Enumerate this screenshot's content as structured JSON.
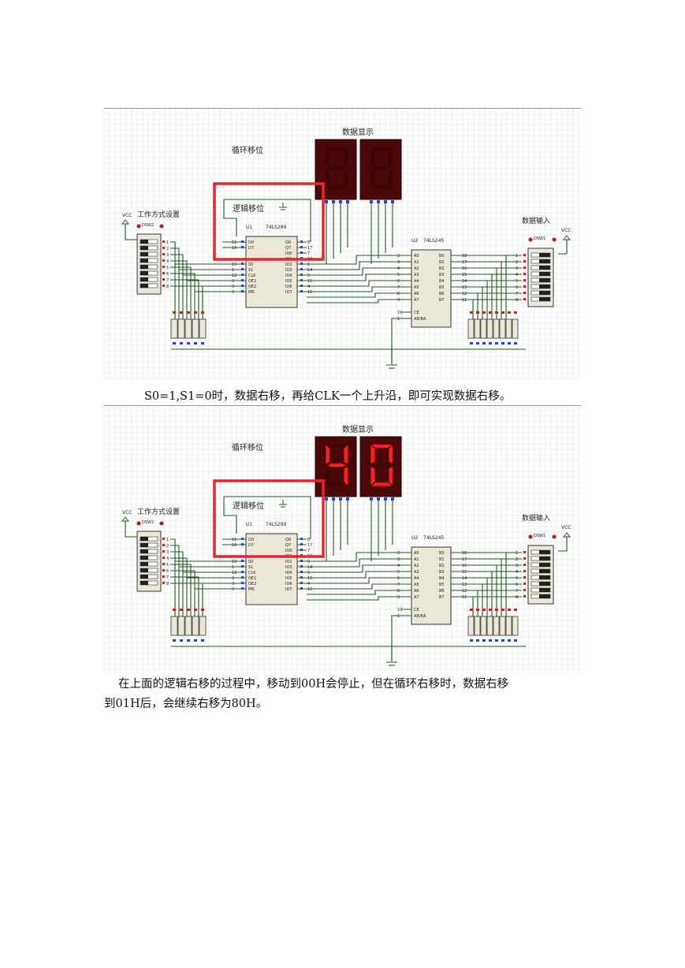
{
  "colors": {
    "grid": "#e3e3e3",
    "wire": "#1f5a1f",
    "chip": "#ece8d8",
    "digit_on": "#ff1f1f",
    "digit_off": "#3c0606",
    "digit_bg": "#4a0808",
    "highlight": "#e8242f",
    "pin_red": "#cc2222",
    "pin_blue": "#2244dd"
  },
  "figures": [
    {
      "title_display": "数据显示",
      "title_cyclic": "循环移位",
      "title_logic": "逻辑移位",
      "title_mode": "工作方式设置",
      "title_input": "数据输入",
      "vcc": "VCC",
      "u1_ref": "U1",
      "u1_part": "74LS299",
      "u2_ref": "U2",
      "u2_part": "74LS245",
      "dsw_left": "DSW2",
      "dsw_right": "DSW1",
      "digits": [
        "8",
        "8"
      ],
      "digit_state": "off"
    },
    {
      "title_display": "数据显示",
      "title_cyclic": "循环移位",
      "title_logic": "逻辑移位",
      "title_mode": "工作方式设置",
      "title_input": "数据输入",
      "vcc": "VCC",
      "u1_ref": "U1",
      "u1_part": "74LS299",
      "u2_ref": "U2",
      "u2_part": "74LS245",
      "dsw_left": "DSW2",
      "dsw_right": "DSW1",
      "digits": [
        "4",
        "0"
      ],
      "digit_state": "on"
    }
  ],
  "u1_left_pins": [
    {
      "num": "11",
      "name": "D0"
    },
    {
      "num": "18",
      "name": "D7"
    },
    {
      "num": "19",
      "name": "S0"
    },
    {
      "num": "1",
      "name": "S1"
    },
    {
      "num": "12",
      "name": "CLK"
    },
    {
      "num": "2",
      "name": "OE1"
    },
    {
      "num": "3",
      "name": "OE2"
    },
    {
      "num": "9",
      "name": "MR"
    }
  ],
  "u1_right_pins": [
    {
      "num": "8",
      "name": "Q0"
    },
    {
      "num": "17",
      "name": "Q7"
    },
    {
      "num": "7",
      "name": "IO0"
    },
    {
      "num": "13",
      "name": "IO1"
    },
    {
      "num": "6",
      "name": "IO2"
    },
    {
      "num": "14",
      "name": "IO3"
    },
    {
      "num": "5",
      "name": "IO4"
    },
    {
      "num": "15",
      "name": "IO5"
    },
    {
      "num": "4",
      "name": "IO6"
    },
    {
      "num": "16",
      "name": "IO7"
    }
  ],
  "u2_left_pins": [
    {
      "num": "2",
      "name": "A0"
    },
    {
      "num": "3",
      "name": "A1"
    },
    {
      "num": "4",
      "name": "A2"
    },
    {
      "num": "5",
      "name": "A3"
    },
    {
      "num": "6",
      "name": "A4"
    },
    {
      "num": "7",
      "name": "A5"
    },
    {
      "num": "8",
      "name": "A6"
    },
    {
      "num": "9",
      "name": "A7"
    }
  ],
  "u2_right_pins": [
    {
      "num": "18",
      "name": "B0"
    },
    {
      "num": "17",
      "name": "B1"
    },
    {
      "num": "16",
      "name": "B2"
    },
    {
      "num": "15",
      "name": "B3"
    },
    {
      "num": "14",
      "name": "B4"
    },
    {
      "num": "13",
      "name": "B5"
    },
    {
      "num": "12",
      "name": "B6"
    },
    {
      "num": "11",
      "name": "B7"
    }
  ],
  "u2_ctrl_pins": [
    {
      "num": "19",
      "name": "CE"
    },
    {
      "num": "1",
      "name": "AB/BA"
    }
  ],
  "dsw_left_pins": [
    "1",
    "2",
    "3",
    "4",
    "5",
    "6",
    "7",
    "8"
  ],
  "dsw_right_pins": [
    "1",
    "2",
    "3",
    "4",
    "5",
    "6",
    "7",
    "8"
  ],
  "captions": {
    "caption1": "S0=1,S1=0时，数据右移，再给CLK一个上升沿，即可实现数据右移。",
    "caption2_line1": "在上面的逻辑右移的过程中，移动到00H会停止，但在循环右移时，数据右移",
    "caption2_line2": "到01H后，会继续右移为80H。"
  }
}
